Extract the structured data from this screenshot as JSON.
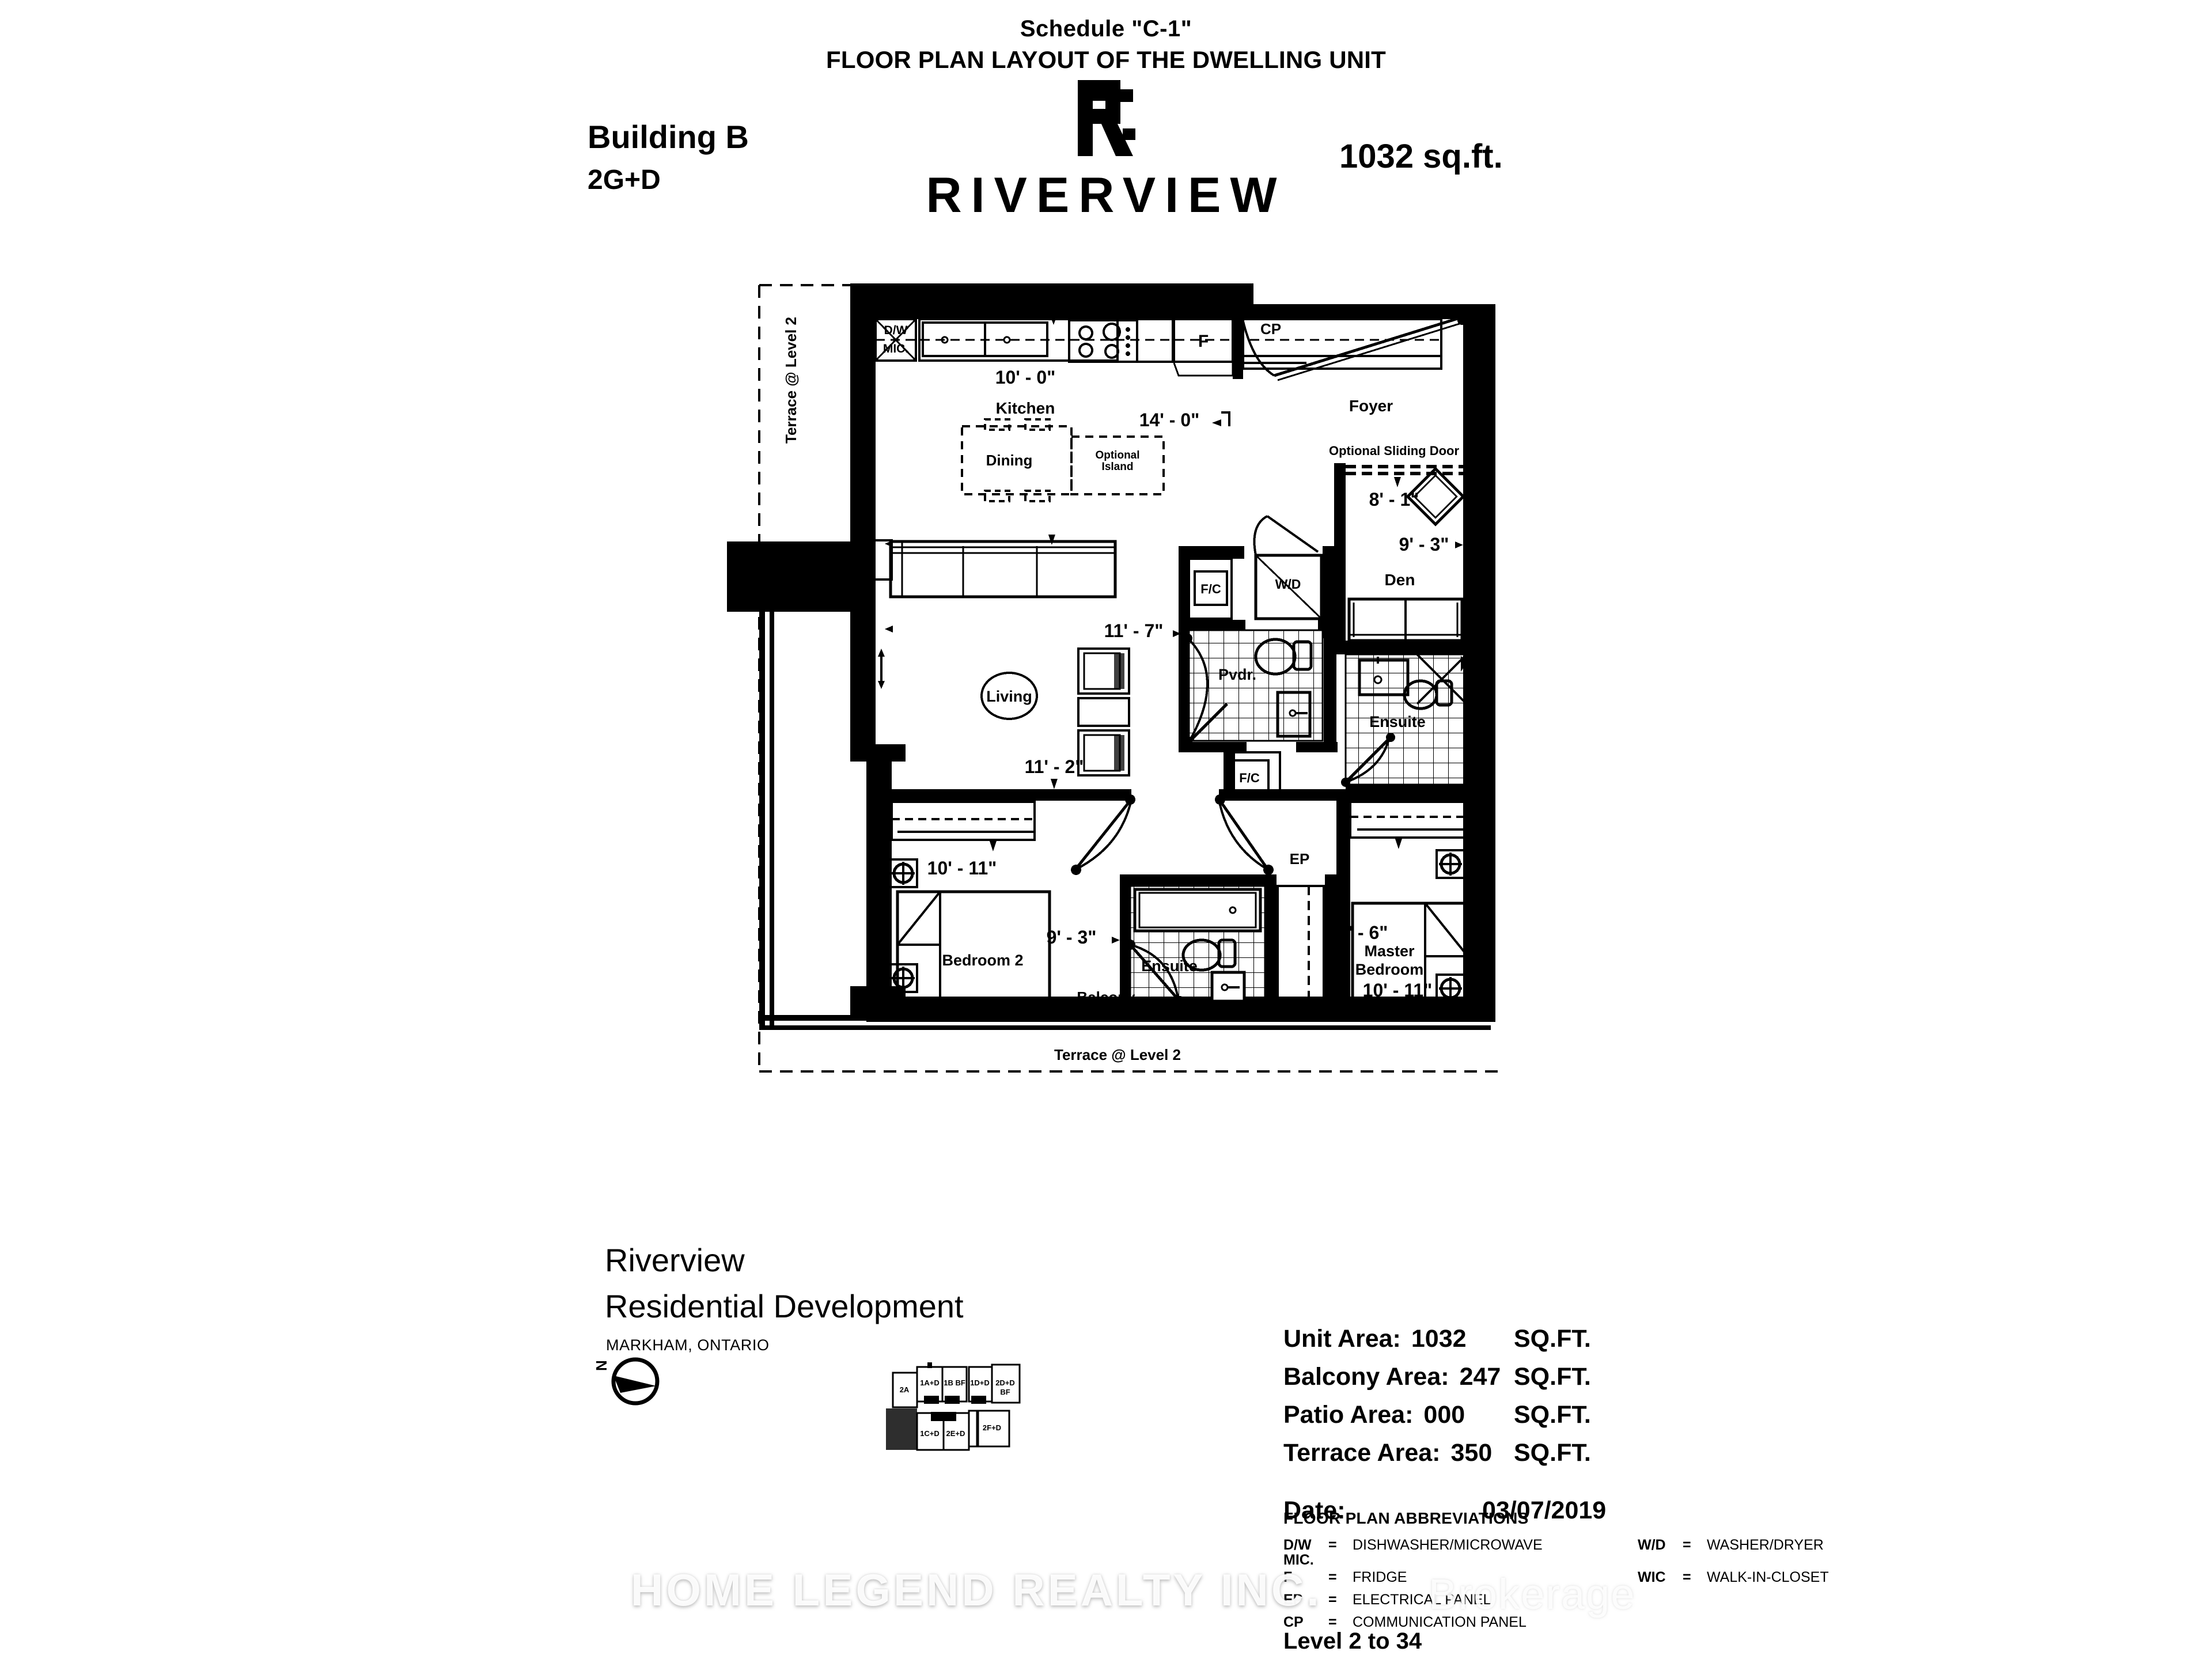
{
  "header": {
    "schedule": "Schedule \"C-1\"",
    "title": "FLOOR PLAN LAYOUT OF THE DWELLING UNIT",
    "brand": "RIVERVIEW",
    "building": "Building B",
    "unit_type": "2G+D",
    "area_headline": "1032   sq.ft."
  },
  "plan": {
    "rooms": {
      "kitchen": "Kitchen",
      "dining": "Dining",
      "optional_island": "Optional Island",
      "living": "Living",
      "foyer": "Foyer",
      "den": "Den",
      "powder": "Pvdr.",
      "ensuite_den": "Ensuite",
      "ensuite_bed2": "Ensuite",
      "bedroom2": "Bedroom 2",
      "master_bedroom": "Master Bedroom",
      "balcony": "Balcony",
      "terrace_left": "Terrace @ Level 2",
      "terrace_bottom": "Terrace @ Level 2"
    },
    "appliances": {
      "dw_mic": "D/W MIC.",
      "fridge": "F",
      "comm_panel": "CP",
      "washer_dryer": "W/D",
      "fan_coil_1": "F/C",
      "fan_coil_2": "F/C",
      "electrical_panel": "EP"
    },
    "notes": {
      "optional_sliding_door": "Optional Sliding Door"
    },
    "dimensions": {
      "kitchen_w": "10' - 0\"",
      "kitchen_d": "14' - 0\"",
      "living_w": "11' - 7\"",
      "living_d": "11' - 2\"",
      "den_w": "8' - 1\"",
      "den_d": "9' - 3\"",
      "bed2_w": "10' - 11\"",
      "bed2_d": "9' - 3\"",
      "master_d": "9' - 6\"",
      "master_w": "10' - 11\""
    }
  },
  "footer": {
    "dev_line1": "Riverview",
    "dev_line2": "Residential Development",
    "city": "MARKHAM, ONTARIO",
    "north_label": "N",
    "keyplan_units": [
      "2A",
      "1A+D",
      "1B BF",
      "1D+D",
      "2D+D BF",
      "1C+D",
      "2E+D",
      "2F+D"
    ],
    "areas": [
      {
        "label": "Unit Area:",
        "value": "1032",
        "unit": "SQ.FT."
      },
      {
        "label": "Balcony Area:",
        "value": "247",
        "unit": "SQ.FT."
      },
      {
        "label": "Patio Area:",
        "value": "000",
        "unit": "SQ.FT."
      },
      {
        "label": "Terrace Area:",
        "value": "350",
        "unit": "SQ.FT."
      }
    ],
    "date_label": "Date:",
    "date_value": "03/07/2019",
    "abbrev_title": "FLOOR PLAN ABBREVIATIONS",
    "abbrev_col1": [
      {
        "key": "D/W",
        "key2": "MIC.",
        "eq": "=",
        "val": "DISHWASHER/MICROWAVE"
      },
      {
        "key": "F",
        "key2": "",
        "eq": "=",
        "val": "FRIDGE"
      },
      {
        "key": "EP",
        "key2": "",
        "eq": "=",
        "val": "ELECTRICAL PANEL"
      },
      {
        "key": "CP",
        "key2": "",
        "eq": "=",
        "val": "COMMUNICATION PANEL"
      }
    ],
    "abbrev_col2": [
      {
        "key": "W/D",
        "eq": "=",
        "val": "WASHER/DRYER"
      },
      {
        "key": "WIC",
        "eq": "=",
        "val": "WALK-IN-CLOSET"
      }
    ],
    "level": "Level 2 to 34"
  },
  "watermark": {
    "line1": "HOME LEGEND REALTY INC.",
    "line2": "Brokerage"
  },
  "colors": {
    "ink": "#000000",
    "paper": "#ffffff",
    "watermark": "#ffffff"
  }
}
